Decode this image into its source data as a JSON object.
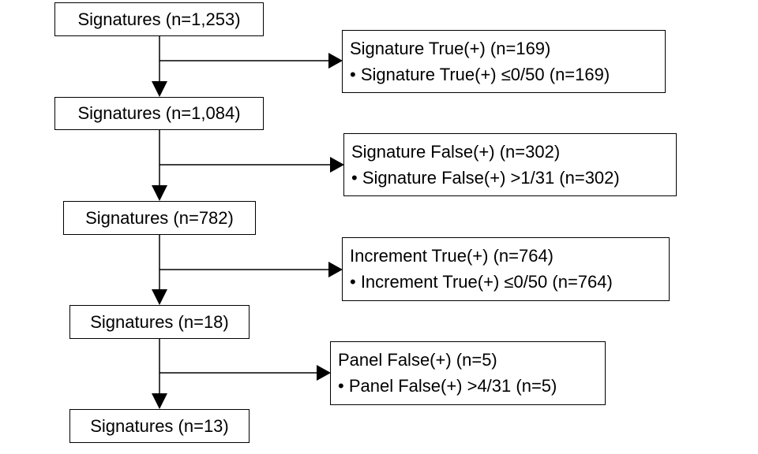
{
  "flow": {
    "stages": [
      {
        "label": "Signatures (n=1,253)"
      },
      {
        "label": "Signatures (n=1,084)"
      },
      {
        "label": "Signatures (n=782)"
      },
      {
        "label": "Signatures (n=18)"
      },
      {
        "label": "Signatures (n=13)"
      }
    ],
    "exclusions": [
      {
        "title": "Signature True(+) (n=169)",
        "detail": "• Signature True(+) ≤0/50 (n=169)"
      },
      {
        "title": "Signature False(+) (n=302)",
        "detail": "• Signature False(+) >1/31 (n=302)"
      },
      {
        "title": "Increment True(+) (n=764)",
        "detail": "• Increment True(+) ≤0/50 (n=764)"
      },
      {
        "title": "Panel False(+) (n=5)",
        "detail": "• Panel False(+) >4/31 (n=5)"
      }
    ]
  },
  "colors": {
    "line": "#000000",
    "box_border": "#000000",
    "background": "#ffffff"
  }
}
